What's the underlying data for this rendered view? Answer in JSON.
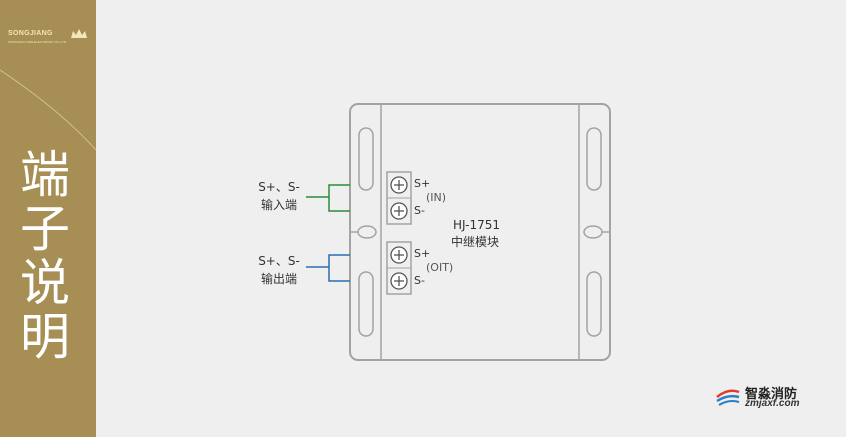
{
  "brand": {
    "logo_text": "SONGJIANG",
    "logo_subtext": "SONGJIANG FIRE ELECTRONIC CO.,LTD."
  },
  "section_title": [
    "端",
    "子",
    "说",
    "明"
  ],
  "module": {
    "model": "HJ-1751",
    "name": "中继模块"
  },
  "input_group": {
    "signal": "S+、S-",
    "label": "输入端",
    "line_color": "#2e8b3a",
    "terminals": [
      "S+",
      "S-"
    ],
    "tag": "(IN)"
  },
  "output_group": {
    "signal": "S+、S-",
    "label": "输出端",
    "line_color": "#2b6db0",
    "terminals": [
      "S+",
      "S-"
    ],
    "tag": "(OIT)"
  },
  "watermark": {
    "name": "智淼消防",
    "url": "zmjaxf.com"
  },
  "colors": {
    "sidebar": "#a78e55",
    "background": "#efefef",
    "outline": "#a3a3a3"
  }
}
